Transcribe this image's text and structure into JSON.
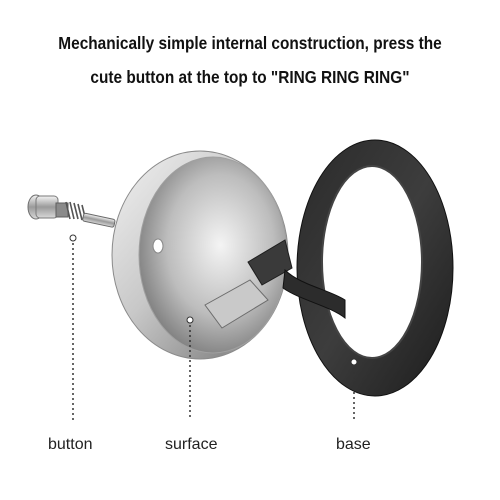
{
  "headline": {
    "line1": "Mechanically simple internal construction, press the",
    "line2": "cute button at the top to \"RING RING RING\""
  },
  "labels": {
    "button": "button",
    "surface": "surface",
    "base": "base"
  }
}
